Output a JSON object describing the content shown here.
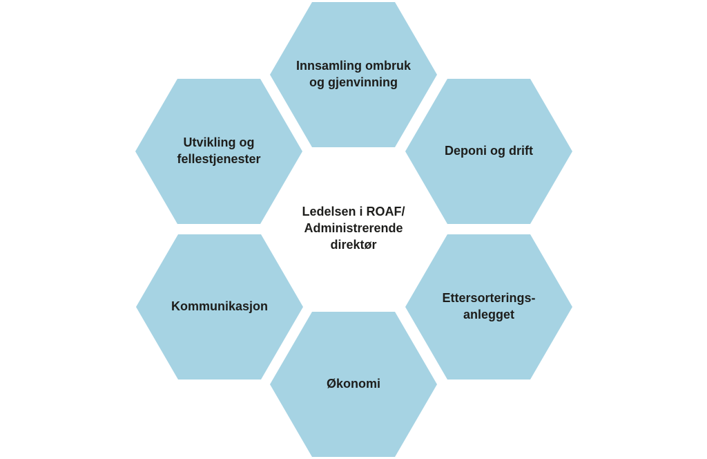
{
  "colors": {
    "hex_fill": "#a6d3e3",
    "text": "#1d1d1b",
    "background": "#ffffff"
  },
  "center": {
    "lines": [
      "Ledelsen i ROAF/",
      "Administrerende",
      "direktør"
    ]
  },
  "units": [
    {
      "id": "innsamling",
      "lines": [
        "Innsamling ombruk",
        "og gjenvinning"
      ]
    },
    {
      "id": "deponi",
      "lines": [
        "Deponi og drift"
      ]
    },
    {
      "id": "ettersortering",
      "lines": [
        "Ettersorterings-",
        "anlegget"
      ]
    },
    {
      "id": "okonomi",
      "lines": [
        "Økonomi"
      ]
    },
    {
      "id": "kommunikasjon",
      "lines": [
        "Kommunikasjon"
      ]
    },
    {
      "id": "utvikling",
      "lines": [
        "Utvikling og",
        "fellestjenester"
      ]
    }
  ]
}
